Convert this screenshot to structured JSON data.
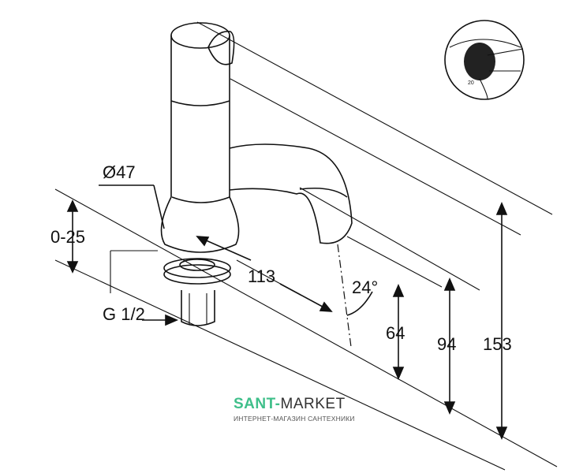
{
  "dimensions": {
    "diameter": "Ø47",
    "height_adjust": "0-25",
    "thread": "G 1/2",
    "projection": "113",
    "angle": "24°",
    "spout_height": "64",
    "spout_top": "94",
    "total_height": "153"
  },
  "watermark": {
    "brand_part1": "SANT-",
    "brand_part2": "MARKET",
    "subtitle": "ИНТЕРНЕТ-МАГАЗИН САНТЕХНИКИ"
  },
  "inset": {
    "label": "20"
  }
}
